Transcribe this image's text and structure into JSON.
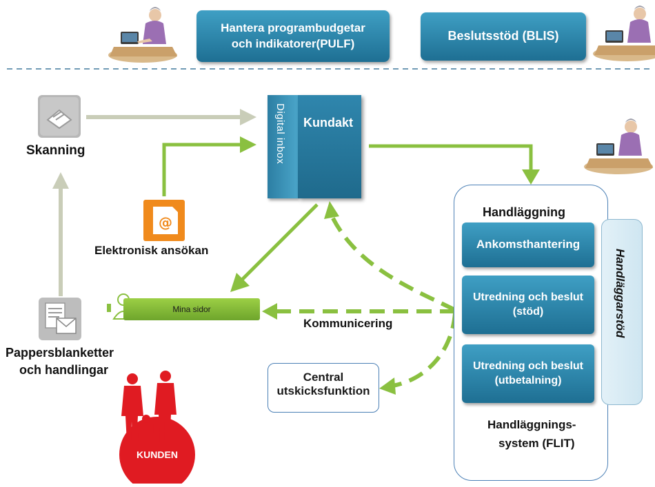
{
  "top": {
    "pulf_line1": "Hantera programbudgetar",
    "pulf_line2": "och indikatorer(PULF)",
    "blis": "Beslutsstöd (BLIS)"
  },
  "sources": {
    "scanning": "Skanning",
    "electronic": "Elektronisk ansökan",
    "paper_line1": "Pappersblanketter",
    "paper_line2": "och handlingar",
    "customer": "KUNDEN"
  },
  "center": {
    "digital_inbox": "Digital inbox",
    "kundakt": "Kundakt",
    "mina_sidor": "Mina sidor",
    "kommunicering": "Kommunicering",
    "central_line1": "Central",
    "central_line2": "utskicksfunktion"
  },
  "system": {
    "title": "Handläggning",
    "ankomst": "Ankomsthantering",
    "stod_line1": "Utredning och beslut",
    "stod_line2": "(stöd)",
    "utbet_line1": "Utredning och beslut",
    "utbet_line2": "(utbetalning)",
    "support": "Handläggarstöd",
    "system_line1": "Handläggnings-",
    "system_line2": "system (FLIT)"
  },
  "colors": {
    "box_blue": "#2a86ad",
    "arrow_green": "#8ac040",
    "arrow_grey": "#c9cdb8",
    "customer_red": "#e01b22"
  },
  "icons": [
    "operator-icon",
    "scanner-icon",
    "email-icon",
    "paper-mail-icon",
    "customer-people-icon"
  ]
}
